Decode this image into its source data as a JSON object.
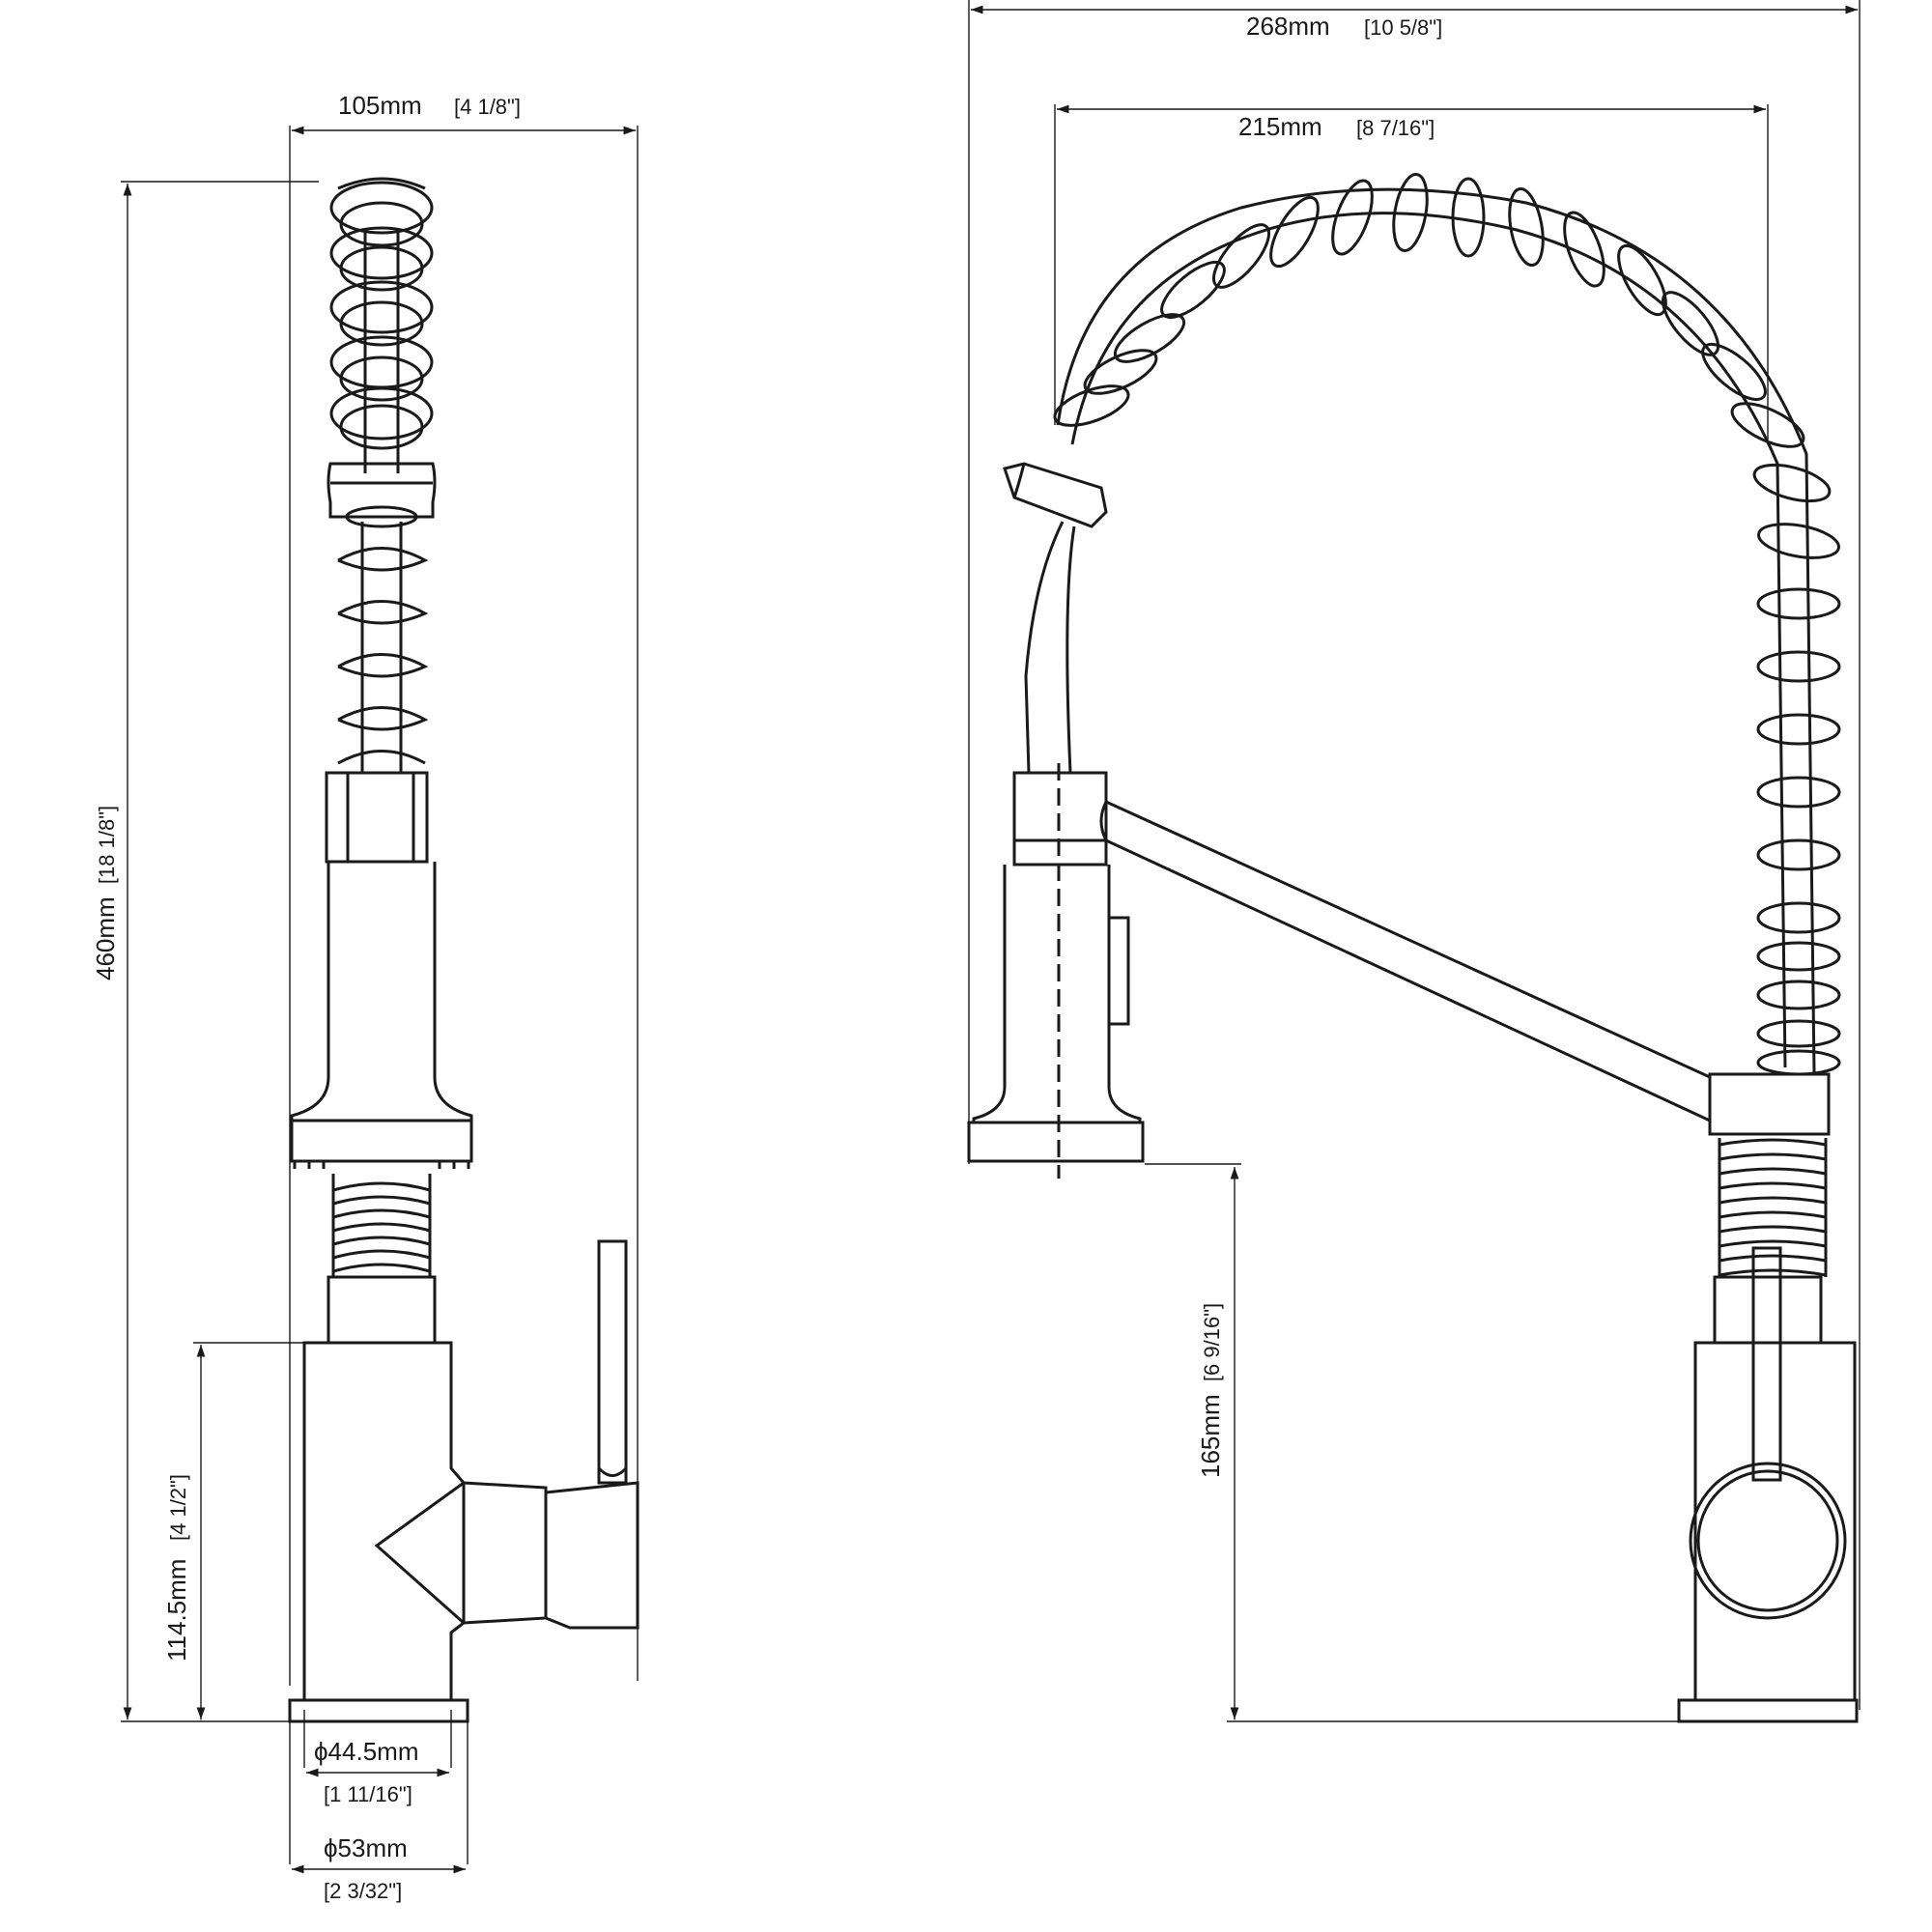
{
  "side_view": {
    "width_mm": "105mm",
    "width_in": "[4 1/8\"]",
    "height_mm": "460mm",
    "height_in": "[18 1/8\"]",
    "body_height_mm": "114.5mm",
    "body_height_in": "[4 1/2\"]",
    "body_dia_mm": "ϕ44.5mm",
    "body_dia_in": "[1 11/16\"]",
    "base_dia_mm": "ϕ53mm",
    "base_dia_in": "[2 3/32\"]"
  },
  "front_view": {
    "reach_mm": "268mm",
    "reach_in": "[10 5/8\"]",
    "arc_mm": "215mm",
    "arc_in": "[8 7/16\"]",
    "spout_height_mm": "165mm",
    "spout_height_in": "[6 9/16\"]"
  },
  "colors": {
    "ink": "#1a1a1a",
    "background": "#ffffff"
  }
}
